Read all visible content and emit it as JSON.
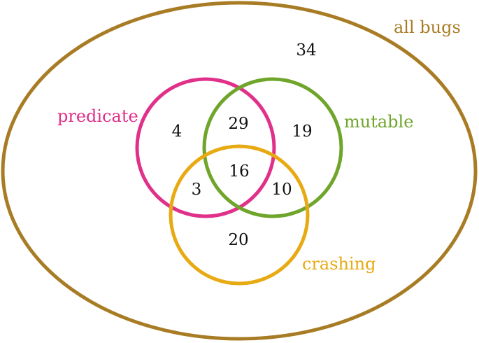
{
  "colors": {
    "all_bugs": "#a87c24",
    "predicate": "#e0308a",
    "mutable": "#6ea52a",
    "crashing": "#e8aa12",
    "numbers": "#111111"
  },
  "labels": {
    "all_bugs": "all bugs",
    "predicate": "predicate",
    "mutable": "mutable",
    "crashing": "crashing"
  },
  "regions": {
    "outside_only": "34",
    "predicate_only": "4",
    "predicate_mutable": "29",
    "mutable_only": "19",
    "all_three": "16",
    "predicate_crashing": "3",
    "mutable_crashing": "10",
    "crashing_only": "20"
  }
}
